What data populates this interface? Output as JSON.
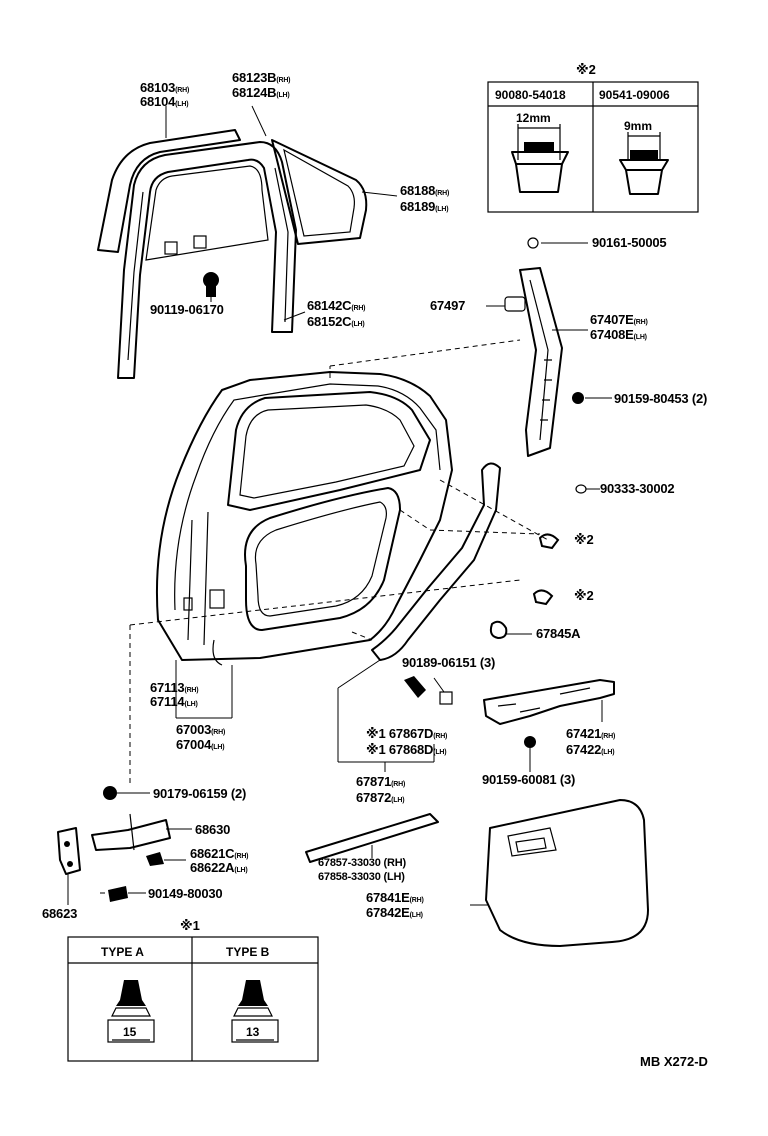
{
  "reference_code": "MB  X272-D",
  "callouts": [
    {
      "id": "c1",
      "lines": [
        {
          "num": "68103",
          "sfx": "(RH)"
        },
        {
          "num": "68104",
          "sfx": "(LH)"
        }
      ]
    },
    {
      "id": "c2",
      "lines": [
        {
          "num": "68123B",
          "sfx": "(RH)"
        },
        {
          "num": "68124B",
          "sfx": "(LH)"
        }
      ]
    },
    {
      "id": "c3",
      "lines": [
        {
          "num": "68188",
          "sfx": "(RH)"
        },
        {
          "num": "68189",
          "sfx": "(LH)"
        }
      ]
    },
    {
      "id": "c4",
      "lines": [
        {
          "num": "90119-06170",
          "sfx": ""
        }
      ]
    },
    {
      "id": "c5",
      "lines": [
        {
          "num": "68142C",
          "sfx": "(RH)"
        },
        {
          "num": "68152C",
          "sfx": "(LH)"
        }
      ]
    },
    {
      "id": "c6",
      "lines": [
        {
          "num": "90161-50005",
          "sfx": ""
        }
      ]
    },
    {
      "id": "c7",
      "lines": [
        {
          "num": "67497",
          "sfx": ""
        }
      ]
    },
    {
      "id": "c8",
      "lines": [
        {
          "num": "67407E",
          "sfx": "(RH)"
        },
        {
          "num": "67408E",
          "sfx": "(LH)"
        }
      ]
    },
    {
      "id": "c9",
      "lines": [
        {
          "num": "90159-80453 (2)",
          "sfx": ""
        }
      ]
    },
    {
      "id": "c10",
      "lines": [
        {
          "num": "90333-30002",
          "sfx": ""
        }
      ]
    },
    {
      "id": "c11",
      "lines": [
        {
          "num": "※2",
          "sfx": ""
        }
      ]
    },
    {
      "id": "c12",
      "lines": [
        {
          "num": "※2",
          "sfx": ""
        }
      ]
    },
    {
      "id": "c13",
      "lines": [
        {
          "num": "67845A",
          "sfx": ""
        }
      ]
    },
    {
      "id": "c14",
      "lines": [
        {
          "num": "90189-06151 (3)",
          "sfx": ""
        }
      ]
    },
    {
      "id": "c15",
      "lines": [
        {
          "num": "67113",
          "sfx": "(RH)"
        },
        {
          "num": "67114",
          "sfx": "(LH)"
        }
      ]
    },
    {
      "id": "c16",
      "lines": [
        {
          "num": "67003",
          "sfx": "(RH)"
        },
        {
          "num": "67004",
          "sfx": "(LH)"
        }
      ]
    },
    {
      "id": "c17",
      "lines": [
        {
          "num": "※1 67867D",
          "sfx": "(RH)"
        },
        {
          "num": "※1 67868D",
          "sfx": "(LH)"
        }
      ]
    },
    {
      "id": "c18",
      "lines": [
        {
          "num": "67421",
          "sfx": "(RH)"
        },
        {
          "num": "67422",
          "sfx": "(LH)"
        }
      ]
    },
    {
      "id": "c19",
      "lines": [
        {
          "num": "90159-60081 (3)",
          "sfx": ""
        }
      ]
    },
    {
      "id": "c20",
      "lines": [
        {
          "num": "67871",
          "sfx": "(RH)"
        },
        {
          "num": "67872",
          "sfx": "(LH)"
        }
      ]
    },
    {
      "id": "c21",
      "lines": [
        {
          "num": "90179-06159 (2)",
          "sfx": ""
        }
      ]
    },
    {
      "id": "c22",
      "lines": [
        {
          "num": "68630",
          "sfx": ""
        }
      ]
    },
    {
      "id": "c23",
      "lines": [
        {
          "num": "68621C",
          "sfx": "(RH)"
        },
        {
          "num": "68622A",
          "sfx": "(LH)"
        }
      ]
    },
    {
      "id": "c24",
      "lines": [
        {
          "num": "90149-80030",
          "sfx": ""
        }
      ]
    },
    {
      "id": "c25",
      "lines": [
        {
          "num": "68623",
          "sfx": ""
        }
      ]
    },
    {
      "id": "c26",
      "lines": [
        {
          "num": "67857-33030 (RH)",
          "sfx": ""
        },
        {
          "num": "67858-33030 (LH)",
          "sfx": ""
        }
      ]
    },
    {
      "id": "c27",
      "lines": [
        {
          "num": "67841E",
          "sfx": "(RH)"
        },
        {
          "num": "67842E",
          "sfx": "(LH)"
        }
      ]
    }
  ],
  "table_clip": {
    "title": "※2",
    "columns": [
      {
        "header": "90080-54018",
        "dimension": "12mm"
      },
      {
        "header": "90541-09006",
        "dimension": "9mm"
      }
    ]
  },
  "table_type": {
    "title": "※1",
    "columns": [
      {
        "header": "TYPE A",
        "value": "15"
      },
      {
        "header": "TYPE B",
        "value": "13"
      }
    ]
  }
}
